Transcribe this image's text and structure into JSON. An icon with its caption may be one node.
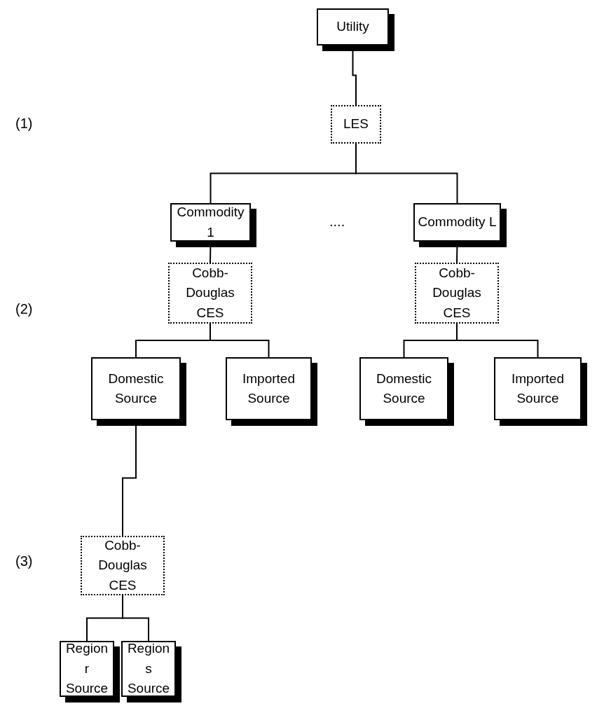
{
  "diagram": {
    "nodes": [
      {
        "text": [
          "Utility"
        ]
      },
      {
        "text": [
          "LES"
        ]
      },
      {
        "text": [
          "Commodity 1"
        ]
      },
      {
        "text": [
          "Commodity L"
        ]
      },
      {
        "text": [
          "Cobb-Douglas CES"
        ]
      },
      {
        "text": [
          "Cobb-Douglas CES"
        ]
      },
      {
        "text": [
          "Domestic Source"
        ]
      },
      {
        "text": [
          "Imported Source"
        ]
      },
      {
        "text": [
          "Domestic Source"
        ]
      },
      {
        "text": [
          "Imported Source"
        ]
      },
      {
        "text": [
          "Cobb-Douglas CES"
        ]
      },
      {
        "text": [
          "Region r Source"
        ]
      },
      {
        "text": [
          "Region s Source"
        ]
      }
    ],
    "edges": [
      {
        "from": 0,
        "to": 1,
        "arrow": "none"
      },
      {
        "from": 1,
        "to": 2,
        "arrow": "none"
      },
      {
        "from": 1,
        "to": 3,
        "arrow": "none"
      },
      {
        "from": 2,
        "to": 4,
        "arrow": "none"
      },
      {
        "from": 3,
        "to": 5,
        "arrow": "none"
      },
      {
        "from": 4,
        "to": 6,
        "arrow": "none"
      },
      {
        "from": 4,
        "to": 7,
        "arrow": "none"
      },
      {
        "from": 5,
        "to": 8,
        "arrow": "none"
      },
      {
        "from": 5,
        "to": 9,
        "arrow": "none"
      },
      {
        "from": 6,
        "to": 10,
        "arrow": "none"
      },
      {
        "from": 10,
        "to": 11,
        "arrow": "none"
      },
      {
        "from": 10,
        "to": 12,
        "arrow": "none"
      }
    ],
    "labels": [
      "(1)",
      "....",
      "(2)",
      "(3)"
    ]
  }
}
